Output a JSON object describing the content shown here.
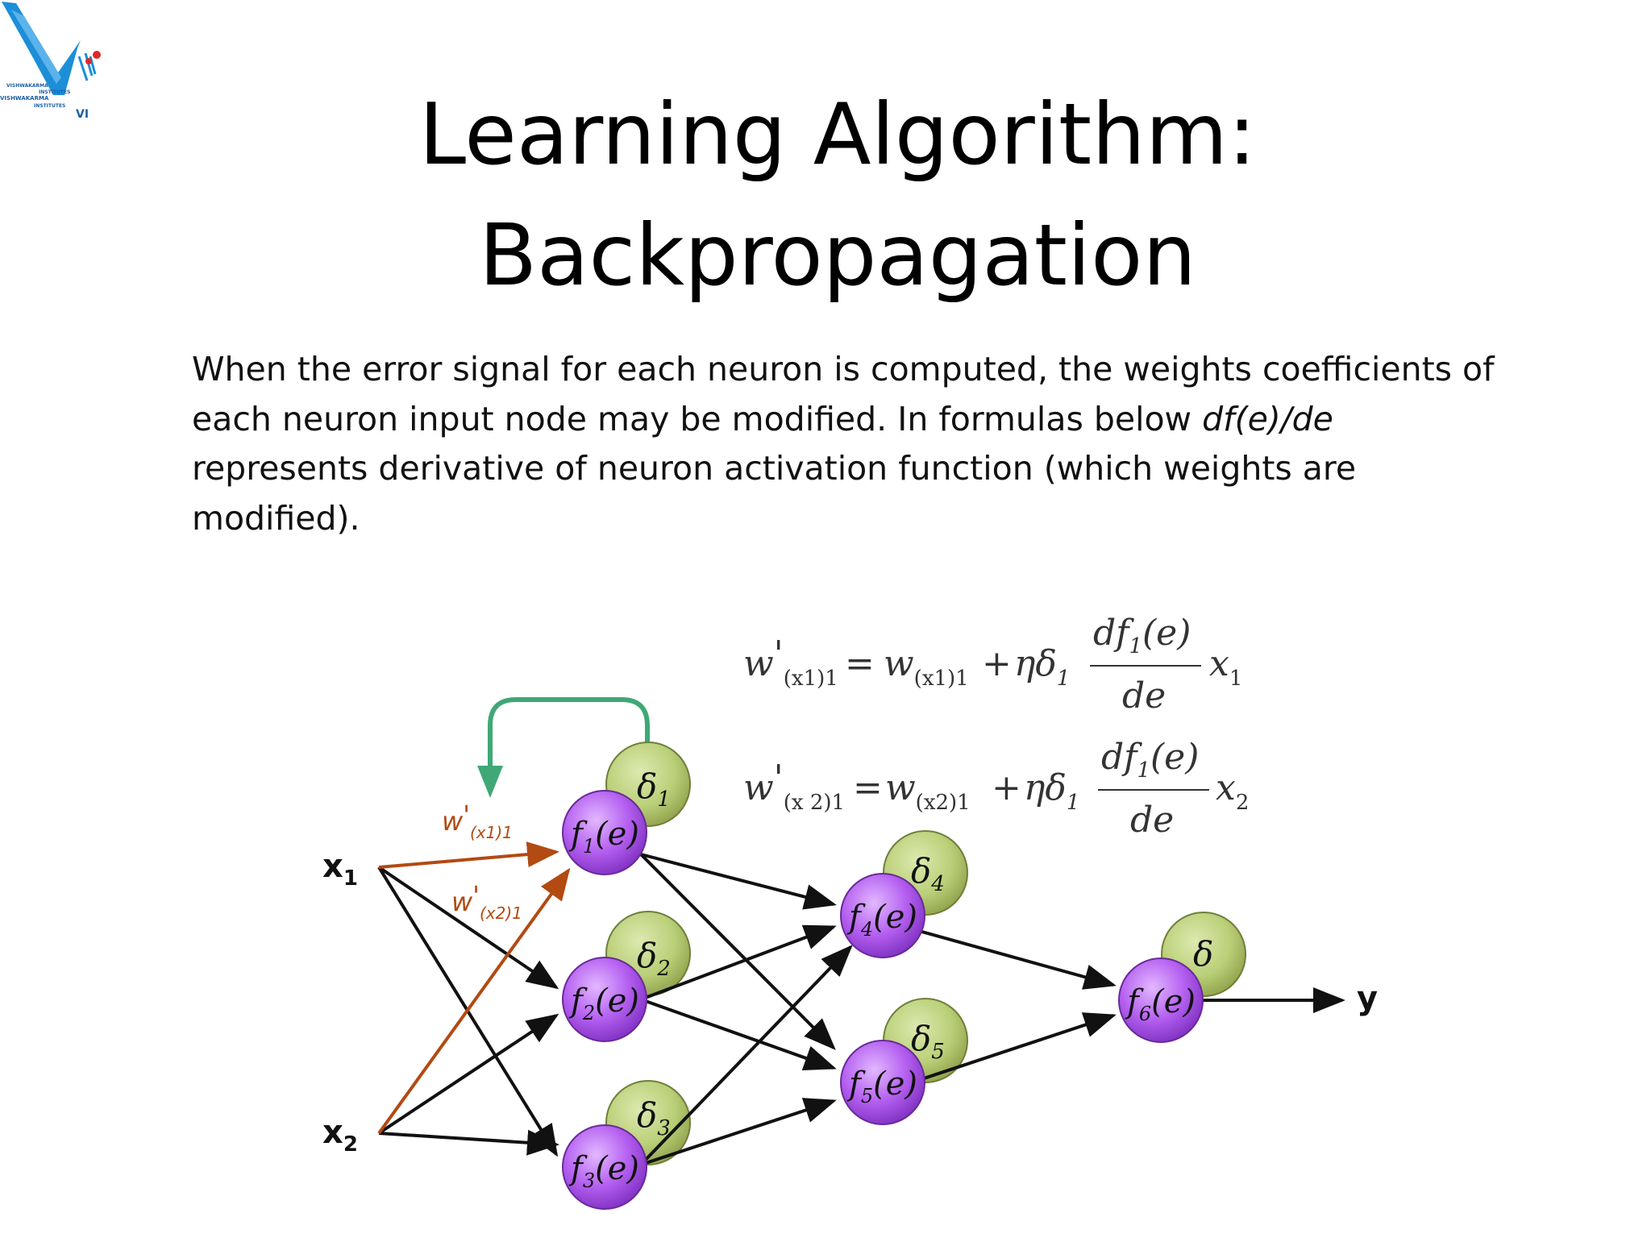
{
  "slide": {
    "title_line1": "Learning Algorithm:",
    "title_line2": "Backpropagation",
    "paragraph_part1": "When the error signal for each neuron is computed, the weights coefficients of each neuron input node may be modified. In formulas below ",
    "paragraph_italic": "df(e)/de",
    "paragraph_part2": " represents derivative of neuron activation function (which weights are modified)."
  },
  "logo": {
    "text_lines": [
      "VISHWAKARMA",
      "INSTITUTES",
      "VISHWAKARMA",
      "INSTITUTES"
    ],
    "mark": "VI",
    "colors": {
      "blue": "#1c8fd8",
      "red": "#e02828"
    }
  },
  "diagram": {
    "inputs": {
      "x1": "x",
      "x1_sub": "1",
      "x2": "x",
      "x2_sub": "2"
    },
    "output": "y",
    "neurons": {
      "n1": {
        "f": "f",
        "sub": "1",
        "arg": "(e)"
      },
      "n2": {
        "f": "f",
        "sub": "2",
        "arg": "(e)"
      },
      "n3": {
        "f": "f",
        "sub": "3",
        "arg": "(e)"
      },
      "n4": {
        "f": "f",
        "sub": "4",
        "arg": "(e)"
      },
      "n5": {
        "f": "f",
        "sub": "5",
        "arg": "(e)"
      },
      "n6": {
        "f": "f",
        "sub": "6",
        "arg": "(e)"
      }
    },
    "deltas": {
      "d1": {
        "sym": "δ",
        "sub": "1"
      },
      "d2": {
        "sym": "δ",
        "sub": "2"
      },
      "d3": {
        "sym": "δ",
        "sub": "3"
      },
      "d4": {
        "sym": "δ",
        "sub": "4"
      },
      "d5": {
        "sym": "δ",
        "sub": "5"
      },
      "d6": {
        "sym": "δ",
        "sub": ""
      }
    },
    "weight_labels": {
      "w1": {
        "w": "w",
        "prime": "'",
        "sub": "(x1)1"
      },
      "w2": {
        "w": "w",
        "prime": "'",
        "sub": "(x2)1"
      }
    },
    "formula1": {
      "lhs_w": "w",
      "lhs_prime": "'",
      "lhs_sub": "(x1)1",
      "eq": "=",
      "rhs_w": "w",
      "rhs_sub": "(x1)1",
      "plus": "+",
      "eta": "η",
      "delta": "δ",
      "delta_sub": "1",
      "num": "df",
      "num_sub": "1",
      "num_arg": "(e)",
      "den": "de",
      "x": "x",
      "x_sub": "1"
    },
    "formula2": {
      "lhs_w": "w",
      "lhs_prime": "'",
      "lhs_sub": "(x 2)1",
      "eq": "=",
      "rhs_w": "w",
      "rhs_sub": "(x2)1",
      "plus": "+",
      "eta": "η",
      "delta": "δ",
      "delta_sub": "1",
      "num": "df",
      "num_sub": "1",
      "num_arg": "(e)",
      "den": "de",
      "x": "x",
      "x_sub": "2"
    },
    "colors": {
      "neuron_fill": "#b45ff0",
      "neuron_stroke": "#6a2a9a",
      "delta_fill": "#b9cf77",
      "delta_stroke": "#6f7f3a",
      "edge": "#111111",
      "updated_edge": "#b24a12",
      "feedback_arrow": "#3fa876"
    }
  }
}
